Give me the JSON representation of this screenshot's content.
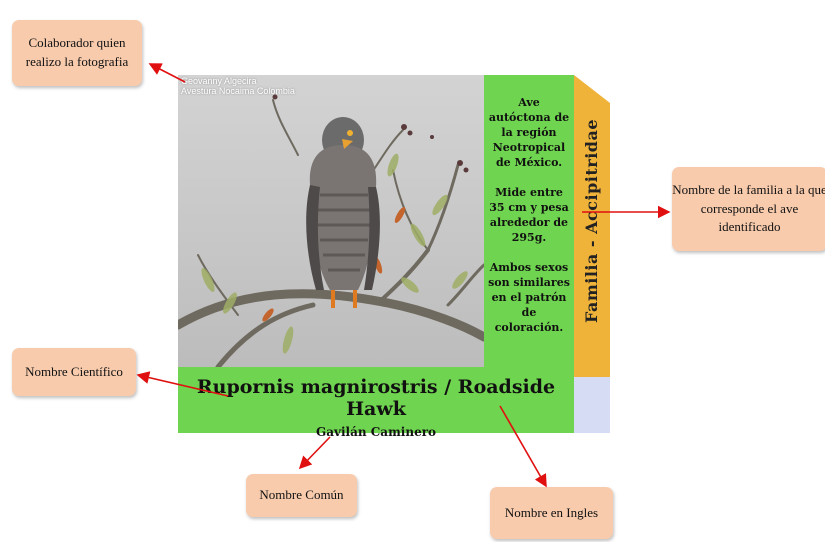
{
  "callouts": {
    "photographer": "Colaborador quien realizo la fotografia",
    "family": "Nombre de la familia a  la que corresponde el ave identificado",
    "scientific": "Nombre Científico",
    "common": "Nombre Común",
    "english": "Nombre en Ingles"
  },
  "card": {
    "photo_credit_line1": "Geovanny Algecira",
    "photo_credit_line2": "Avestura Nocaima Colombia",
    "description": [
      "Ave autóctona de la región Neotropical de México.",
      "Mide entre 35 cm y pesa alrededor de 295g.",
      "Ambos sexos son similares en el patrón de coloración."
    ],
    "family": "Familia - Accipitridae",
    "scientific_english": "Rupornis magnirostris / Roadside Hawk",
    "common_name": "Gavilán Caminero"
  },
  "colors": {
    "card_green": "#6fd44f",
    "family_strip": "#efb33a",
    "strip_bottom": "#d7dcf5",
    "callout_fill": "#f8cbad",
    "arrow": "#e01010"
  }
}
